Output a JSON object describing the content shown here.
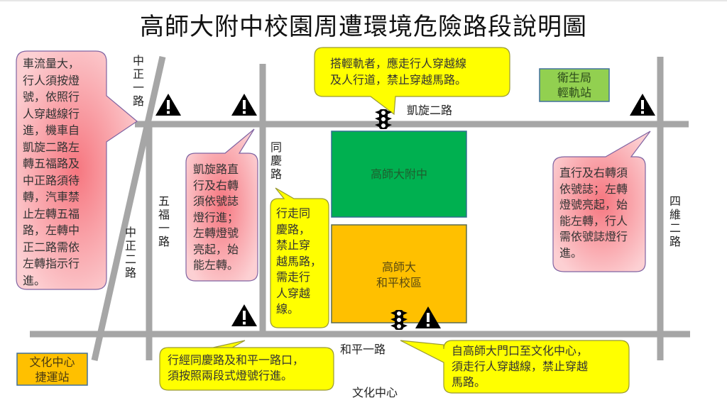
{
  "title": "高師大附中校園周遭環境危險路段說明圖",
  "roads": {
    "zhongzheng1": "中正一路",
    "zhongzheng2": "中正二路",
    "wufu1": "五福一路",
    "tongqing": "同慶路",
    "kaixuan2": "凱旋二路",
    "siwei2": "四維二路",
    "heping1": "和平一路",
    "wenhua": "文化中心"
  },
  "buildings": {
    "school": "高師大附中",
    "campus_line1": "高師大",
    "campus_line2": "和平校區",
    "health_station_line1": "衛生局",
    "health_station_line2": "輕軌站",
    "mrt_line1": "文化中心",
    "mrt_line2": "捷運站"
  },
  "notes": {
    "left_big": [
      "車流量大，",
      "行人須按燈",
      "號，依照行",
      "人穿越線行",
      "進，機車自",
      "凱旋二路左",
      "轉五福路及",
      "中正路須待",
      "轉，汽車禁",
      "止左轉五福",
      "路，左轉中",
      "正二路需依",
      "左轉指示行",
      "進。"
    ],
    "kaixuan": [
      "凱旋路直",
      "行及右轉",
      "須依號誌",
      "燈行進；",
      "左轉燈號",
      "亮起，始",
      "能左轉。"
    ],
    "tongqing": [
      "行走同",
      "慶路，",
      "禁止穿",
      "越馬路，",
      "需走行",
      "人穿越",
      "線。"
    ],
    "light_rail": [
      "搭輕軌者，應走行人穿越線",
      "及人行道，禁止穿越馬路。"
    ],
    "siwei": [
      "直行及右轉須",
      "依號誌；左轉",
      "燈號亮起，始",
      "能左轉，行人",
      "需依號誌燈行",
      "進。"
    ],
    "heping_cross": [
      "行經同慶路及和平一路口，",
      "須按照兩段式燈號行進。"
    ],
    "gate": [
      "自高師大門口至文化中心，",
      "須走行人穿越線，禁止穿越",
      "馬路。"
    ]
  },
  "icons": {
    "warning": "warning-triangle-icon",
    "traffic_light": "traffic-light-icon"
  },
  "colors": {
    "road": "#a6a6a6",
    "school_green": "#00b050",
    "campus_orange": "#ffc000",
    "health_green": "#92d050",
    "mrt_orange": "#ffc000",
    "pink_bubble": "#f8a6ac",
    "yellow_bubble": "#ffff00"
  }
}
